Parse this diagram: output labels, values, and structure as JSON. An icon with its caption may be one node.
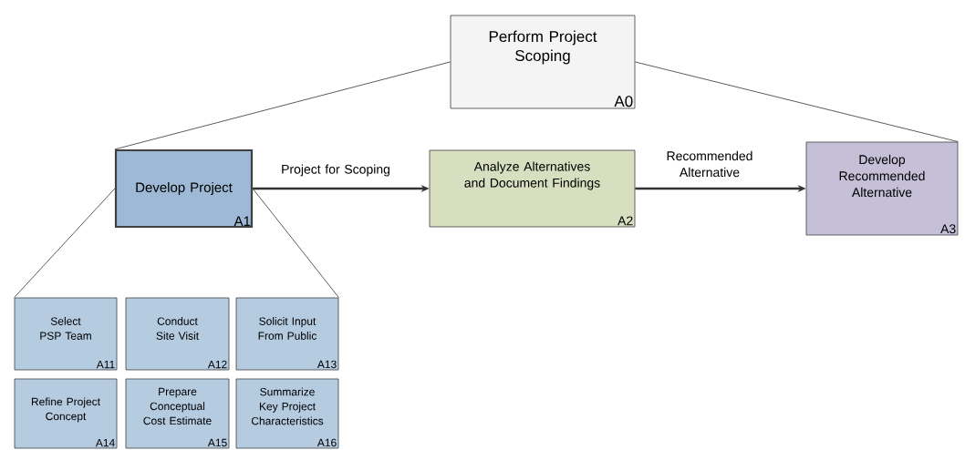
{
  "diagram": {
    "nodes": [
      {
        "text": [
          "Perform Project Scoping",
          "A0"
        ]
      },
      {
        "text": [
          "Develop Project",
          "A1"
        ]
      },
      {
        "text": [
          "Analyze Alternatives and Document Findings",
          "A2"
        ]
      },
      {
        "text": [
          "Develop Recommended Alternative",
          "A3"
        ]
      },
      {
        "text": [
          "Select PSP Team",
          "A11"
        ]
      },
      {
        "text": [
          "Conduct Site Visit",
          "A12"
        ]
      },
      {
        "text": [
          "Solicit Input From Public",
          "A13"
        ]
      },
      {
        "text": [
          "Refine Project Concept",
          "A14"
        ]
      },
      {
        "text": [
          "Prepare Conceptual Cost Estimate",
          "A15"
        ]
      },
      {
        "text": [
          "Summarize Key Project Characteristics",
          "A16"
        ]
      }
    ],
    "edges": [
      {
        "from": 0,
        "to": 1,
        "arrow": "none"
      },
      {
        "from": 0,
        "to": 3,
        "arrow": "none"
      },
      {
        "from": 1,
        "to": 2,
        "arrow": "to",
        "label": "Project for Scoping",
        "style": "thick"
      },
      {
        "from": 2,
        "to": 3,
        "arrow": "to",
        "label": "Recommended Alternative",
        "style": "thick"
      },
      {
        "from": 1,
        "to": 4,
        "arrow": "none"
      },
      {
        "from": 1,
        "to": 6,
        "arrow": "none"
      }
    ]
  }
}
